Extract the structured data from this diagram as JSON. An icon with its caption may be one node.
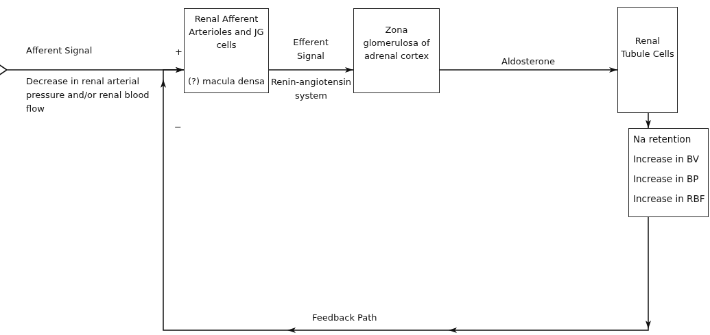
{
  "diagram": {
    "nodes": [
      {
        "text": [
          "Renal Afferent Arterioles and JG cells",
          "(?) macula densa"
        ]
      },
      {
        "text": [
          "Zona glomerulosa of adrenal cortex"
        ]
      },
      {
        "text": [
          "Renal Tubule Cells"
        ]
      },
      {
        "text": [
          "Na retention",
          "Increase in BV",
          "Increase in BP",
          "Increase in RBF"
        ]
      }
    ],
    "edges": [
      {
        "from": null,
        "to": 0,
        "arrow": "to",
        "label": "Afferent Signal"
      },
      {
        "from": 0,
        "to": 1,
        "arrow": "to",
        "label": "Efferent Signal"
      },
      {
        "from": 1,
        "to": 2,
        "arrow": "to",
        "label": "Aldosterone"
      },
      {
        "from": 2,
        "to": 3,
        "arrow": "to"
      },
      {
        "from": 3,
        "to": 0,
        "arrow": "to",
        "label": "Feedback Path"
      }
    ],
    "labels": [
      "+",
      "Decrease in renal arterial pressure and/or renal blood flow",
      "Renin-angiotensin system",
      "−"
    ]
  }
}
